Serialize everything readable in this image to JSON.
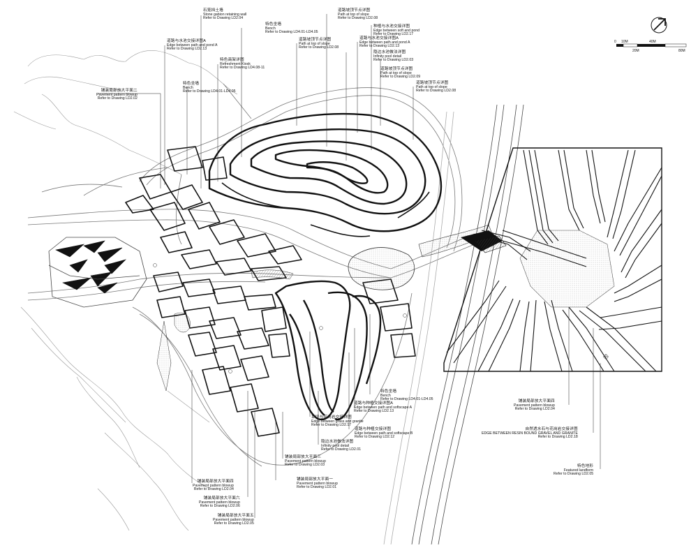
{
  "scale_bar": {
    "labels": [
      "0",
      "10M",
      "40M",
      "20M",
      "80M"
    ]
  },
  "callouts": [
    {
      "id": "c1",
      "zh": "石笼挡土墙",
      "en": "Stone gabion retaining wall",
      "ref": "Refer to Drawing  LD2.04"
    },
    {
      "id": "c2",
      "zh": "道路与水池交接详图A",
      "en": "Edge between path and pond A",
      "ref": "Refer to Drawing  LD2.13"
    },
    {
      "id": "c3",
      "zh": "特色坐墙",
      "en": "Bench",
      "ref": "Refer to Drawing  LD4.01-LD4.05"
    },
    {
      "id": "c4",
      "zh": "道路坡顶节点详图",
      "en": "Path at top of slope",
      "ref": "Refer to Drawing  LD2.08"
    },
    {
      "id": "c5",
      "zh": "道路坡顶节点详图",
      "en": "Path at top of slope",
      "ref": "Refer to Drawing  LD2.08"
    },
    {
      "id": "c6",
      "zh": "种植与水池交接详图",
      "en": "Edge between soft and pond",
      "ref": "Refer to Drawing  LD2.17"
    },
    {
      "id": "c7",
      "zh": "道路与水池交接详图A",
      "en": "Edge between path and pond A",
      "ref": "Refer to Drawing  LD2.13"
    },
    {
      "id": "c8",
      "zh": "特色商架详图",
      "en": "Refreshment Kiosk",
      "ref": "Refer to Drawing  LD4.08-11"
    },
    {
      "id": "c9",
      "zh": "隐边水池做法详图",
      "en": "Infinity pool detail",
      "ref": "Refer to Drawing  LD2.03"
    },
    {
      "id": "c10",
      "zh": "道路坡顶节点详图",
      "en": "Path at top of slope",
      "ref": "Refer to Drawing  LD2.09"
    },
    {
      "id": "c11",
      "zh": "特色坐墙",
      "en": "Bench",
      "ref": "Refer to Drawing  LD4.01-LD4.05"
    },
    {
      "id": "c12",
      "zh": "道路坡顶节点详图",
      "en": "Path at top of slope",
      "ref": "Refer to Drawing  LD2.08"
    },
    {
      "id": "c13",
      "zh": "铺装局部放大平面二",
      "en": "Pavement pattern blowup",
      "ref": "Refer to Drawing  LD2.02"
    },
    {
      "id": "c14",
      "zh": "特色坐墙",
      "en": "Bench",
      "ref": "Refer to Drawing  LD4.01-LD4.05"
    },
    {
      "id": "c15",
      "zh": "道路与种植交接详图A",
      "en": "Edge between path and softscape A",
      "ref": "Refer to Drawing  LD2.13"
    },
    {
      "id": "c16",
      "zh": "草坪与花岗岩交接详图",
      "en": "Edge between grass and granite",
      "ref": "Refer to Drawing  LD2.17"
    },
    {
      "id": "c17",
      "zh": "道路与种植交接详图",
      "en": "Edge between path and softscape B",
      "ref": "Refer to Drawing  LD2.12"
    },
    {
      "id": "c18",
      "zh": "隐边水池做法详图",
      "en": "Infinity pool detail",
      "ref": "Refer to Drawing  LD2.01"
    },
    {
      "id": "c19",
      "zh": "铺装局部放大平面三",
      "en": "Pavement pattern blowup",
      "ref": "Refer to Drawing  LD2.03"
    },
    {
      "id": "c20",
      "zh": "铺装局部放大平面一",
      "en": "Pavement pattern blowup",
      "ref": "Refer to Drawing  LD2.01"
    },
    {
      "id": "c21",
      "zh": "铺装局部放大平面四",
      "en": "Pavement pattern blowup",
      "ref": "Refer to Drawing  LD2.04"
    },
    {
      "id": "c22",
      "zh": "铺装局部放大平面六",
      "en": "Pavement pattern blowup",
      "ref": "Refer to Drawing  LD2.06"
    },
    {
      "id": "c23",
      "zh": "铺装局部放大平面五",
      "en": "Pavement pattern blowup",
      "ref": "Refer to Drawing  LD2.05"
    },
    {
      "id": "c24",
      "zh": "铺装局部放大平面四",
      "en": "Pavement pattern blowup",
      "ref": "Refer to Drawing  LD2.04"
    },
    {
      "id": "c25",
      "zh": "自然透水石与花岗岩交接详图",
      "en": "EDGE BETWEEN RESIN BOUND GRAVEL AND GRANITE",
      "ref": "Refer to Drawing  LD2.18"
    },
    {
      "id": "c26",
      "zh": "特色地形",
      "en": "Featured landform",
      "ref": "Refer to Drawing  LD2.05"
    }
  ]
}
